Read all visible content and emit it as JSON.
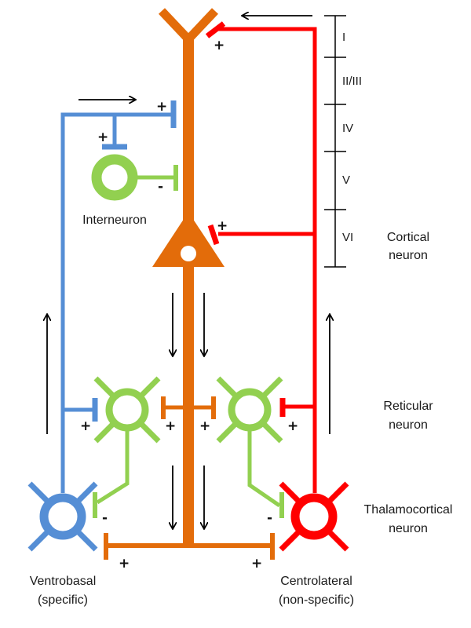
{
  "colors": {
    "cortical": "#E36C0A",
    "ventrobasal": "#558ED5",
    "centrolateral": "#FF0000",
    "inhibitory": "#92D050",
    "ink": "#000000"
  },
  "layers": {
    "labels": [
      "I",
      "II/III",
      "IV",
      "V",
      "VI"
    ]
  },
  "labels": {
    "interneuron": "Interneuron",
    "cortical_line1": "Cortical",
    "cortical_line2": "neuron",
    "reticular_line1": "Reticular",
    "reticular_line2": "neuron",
    "thalamocortical_line1": "Thalamocortical",
    "thalamocortical_line2": "neuron",
    "ventrobasal_line1": "Ventrobasal",
    "ventrobasal_line2": "(specific)",
    "centrolateral_line1": "Centrolateral",
    "centrolateral_line2": "(non-specific)"
  },
  "synapse_signs": {
    "excitatory": "+",
    "inhibitory": "-"
  },
  "nodes": [
    {
      "id": "pyramidal",
      "type": "cortical neuron",
      "color": "cortical"
    },
    {
      "id": "interneuron",
      "type": "interneuron",
      "color": "inhibitory"
    },
    {
      "id": "reticular-left",
      "type": "reticular neuron",
      "color": "inhibitory"
    },
    {
      "id": "reticular-right",
      "type": "reticular neuron",
      "color": "inhibitory"
    },
    {
      "id": "tc-ventrobasal",
      "type": "thalamocortical neuron",
      "color": "ventrobasal"
    },
    {
      "id": "tc-centrolateral",
      "type": "thalamocortical neuron",
      "color": "centrolateral"
    }
  ],
  "edges": [
    {
      "from": "tc-centrolateral",
      "to": "pyramidal",
      "target": "apical dendrite (layer I)",
      "sign": "+"
    },
    {
      "from": "tc-centrolateral",
      "to": "pyramidal",
      "target": "soma (layer VI)",
      "sign": "+"
    },
    {
      "from": "tc-centrolateral",
      "to": "reticular-right",
      "sign": "+"
    },
    {
      "from": "tc-ventrobasal",
      "to": "pyramidal",
      "sign": "+"
    },
    {
      "from": "tc-ventrobasal",
      "to": "interneuron",
      "sign": "+"
    },
    {
      "from": "tc-ventrobasal",
      "to": "reticular-left",
      "sign": "+"
    },
    {
      "from": "interneuron",
      "to": "pyramidal",
      "sign": "-"
    },
    {
      "from": "pyramidal",
      "to": "reticular-left",
      "sign": "+"
    },
    {
      "from": "pyramidal",
      "to": "reticular-right",
      "sign": "+"
    },
    {
      "from": "pyramidal",
      "to": "tc-ventrobasal",
      "sign": "+"
    },
    {
      "from": "pyramidal",
      "to": "tc-centrolateral",
      "sign": "+"
    },
    {
      "from": "reticular-left",
      "to": "tc-ventrobasal",
      "sign": "-"
    },
    {
      "from": "reticular-right",
      "to": "tc-centrolateral",
      "sign": "-"
    }
  ]
}
